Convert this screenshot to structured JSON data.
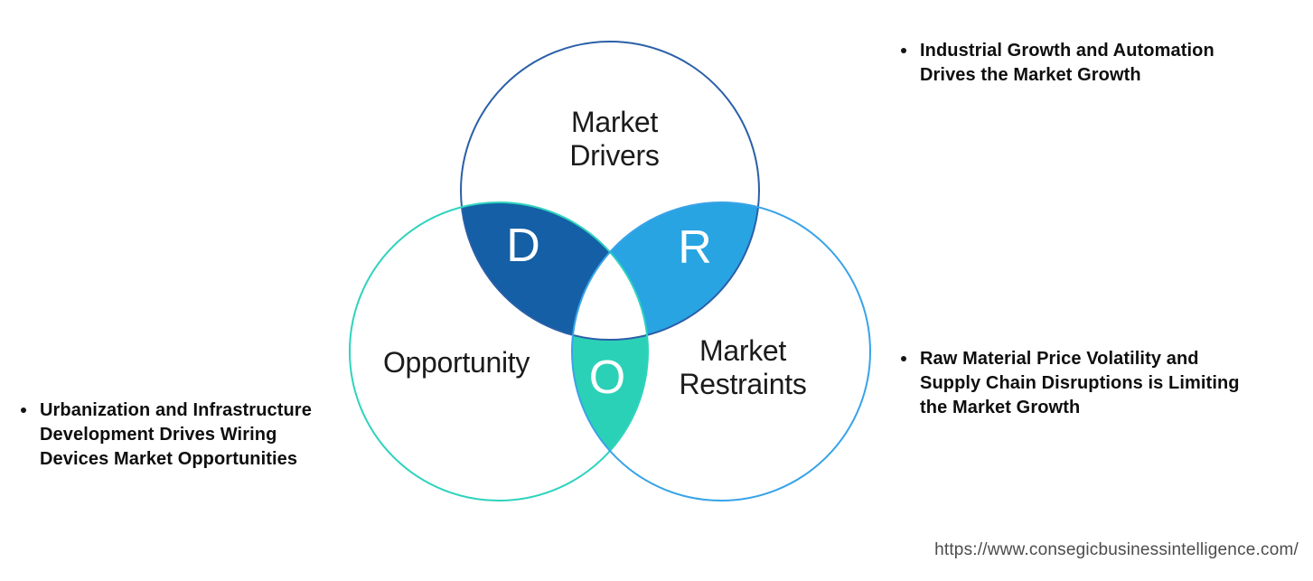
{
  "venn": {
    "top_label": "Market\nDrivers",
    "left_label": "Opportunity",
    "right_label": "Market\nRestraints",
    "letter_d": "D",
    "letter_r": "R",
    "letter_o": "O",
    "colors": {
      "drivers_fill": "#145fa5",
      "restraints_fill": "#29a4e2",
      "opportunity_fill": "#2bd1b6",
      "drivers_stroke": "#2a5fa8",
      "opportunity_stroke": "#2ed3bd",
      "restraints_stroke": "#38a3e8",
      "center_fill": "#ffffff"
    }
  },
  "bullets": {
    "industrial": "Industrial Growth and Automation\nDrives the Market Growth",
    "raw_material": "Raw Material Price Volatility and\nSupply Chain Disruptions is Limiting\nthe Market Growth",
    "urbanization": "Urbanization and Infrastructure\nDevelopment Drives Wiring\nDevices Market Opportunities"
  },
  "footer": {
    "url": "https://www.consegicbusinessintelligence.com/"
  }
}
